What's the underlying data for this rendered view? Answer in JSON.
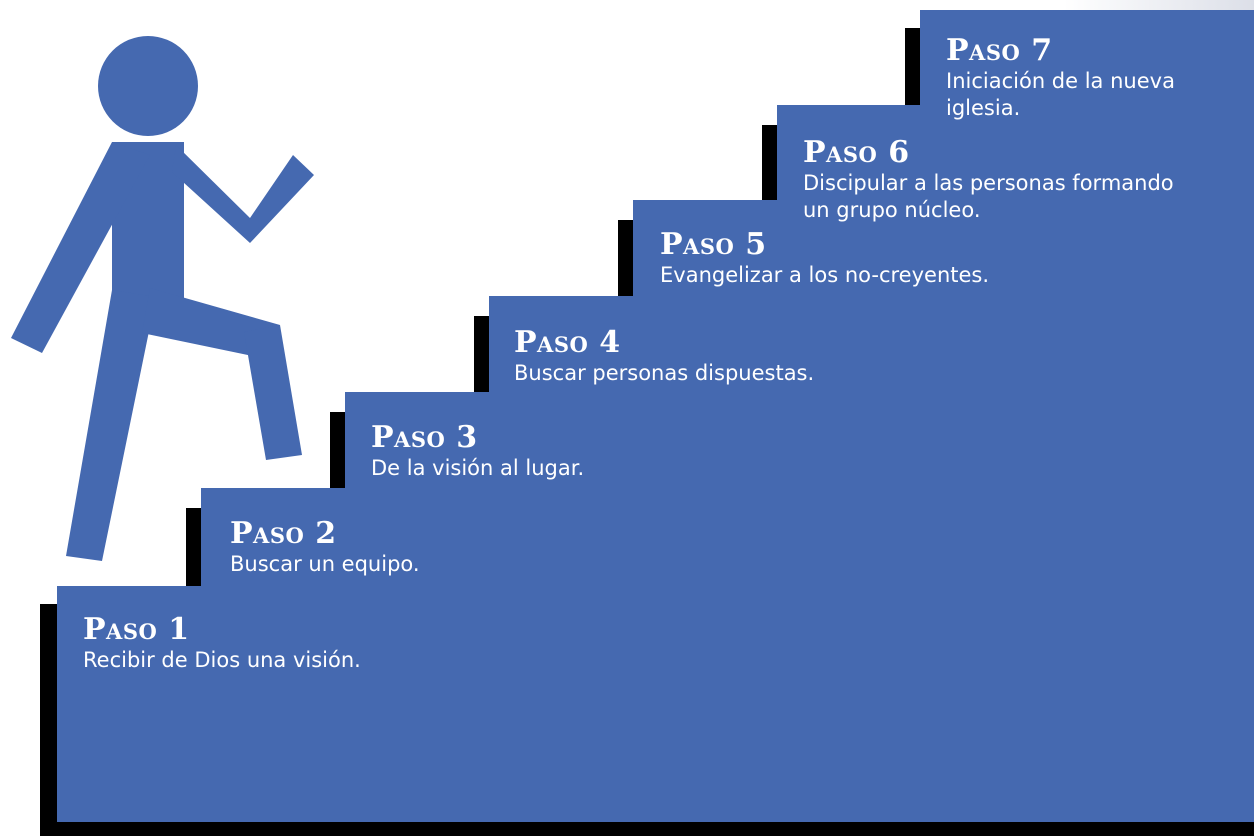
{
  "steps": [
    {
      "title": "Paso 1",
      "desc": "Recibir de Dios una visión."
    },
    {
      "title": "Paso 2",
      "desc": "Buscar un equipo."
    },
    {
      "title": "Paso 3",
      "desc": "De la visión al lugar."
    },
    {
      "title": "Paso 4",
      "desc": "Buscar personas dispuestas."
    },
    {
      "title": "Paso 5",
      "desc": "Evangelizar a los no-creyentes."
    },
    {
      "title": "Paso 6",
      "desc": "Discipular a las personas formando un grupo núcleo."
    },
    {
      "title": "Paso 7",
      "desc": "Iniciación de la nueva iglesia."
    }
  ],
  "colors": {
    "step": "#4569b0",
    "shadow": "#000000",
    "text": "#ffffff"
  },
  "icon": "climbing-person-icon"
}
